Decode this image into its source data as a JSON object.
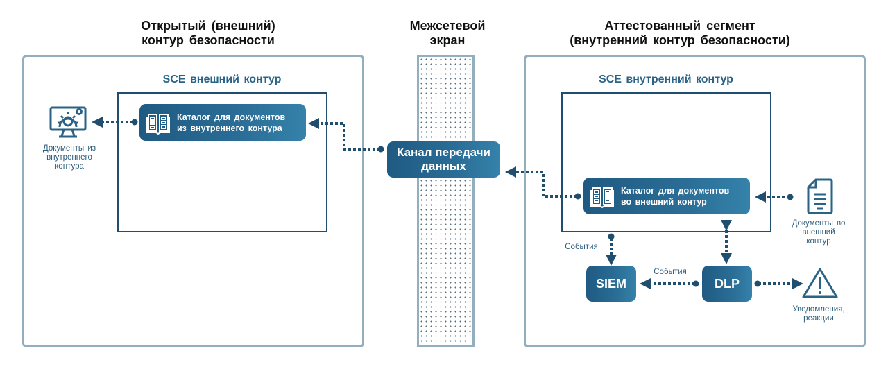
{
  "colors": {
    "zone_border": "#93aebd",
    "node_fill": "#2a6d96",
    "connector": "#1f4e6e",
    "label_text": "#2d5c7c"
  },
  "headings": {
    "external": [
      "Открытый (внешний)",
      "контур безопасности"
    ],
    "firewall": [
      "Межсетевой",
      "экран"
    ],
    "internal": [
      "Аттестованный сегмент",
      "(внутренний контур безопасности)"
    ]
  },
  "external_zone": {
    "sce_title": "SCE внешний контур",
    "catalog": [
      "Каталог для документов",
      "из внутреннего контура"
    ],
    "endpoint": {
      "icon": "monitor-gear-icon",
      "label": [
        "Документы из",
        "внутреннего",
        "контура"
      ]
    }
  },
  "channel": {
    "label": [
      "Канал передачи",
      "данных"
    ]
  },
  "internal_zone": {
    "sce_title": "SCE внутренний контур",
    "catalog": [
      "Каталог для документов",
      "во внешний контур"
    ],
    "source": {
      "icon": "document-icon",
      "label": [
        "Документы во",
        "внешний",
        "контур"
      ]
    },
    "siem": "SIEM",
    "dlp": "DLP",
    "events_label_1": "События",
    "events_label_2": "События",
    "alert": {
      "icon": "warning-icon",
      "label": [
        "Уведомления,",
        "реакции"
      ]
    }
  }
}
